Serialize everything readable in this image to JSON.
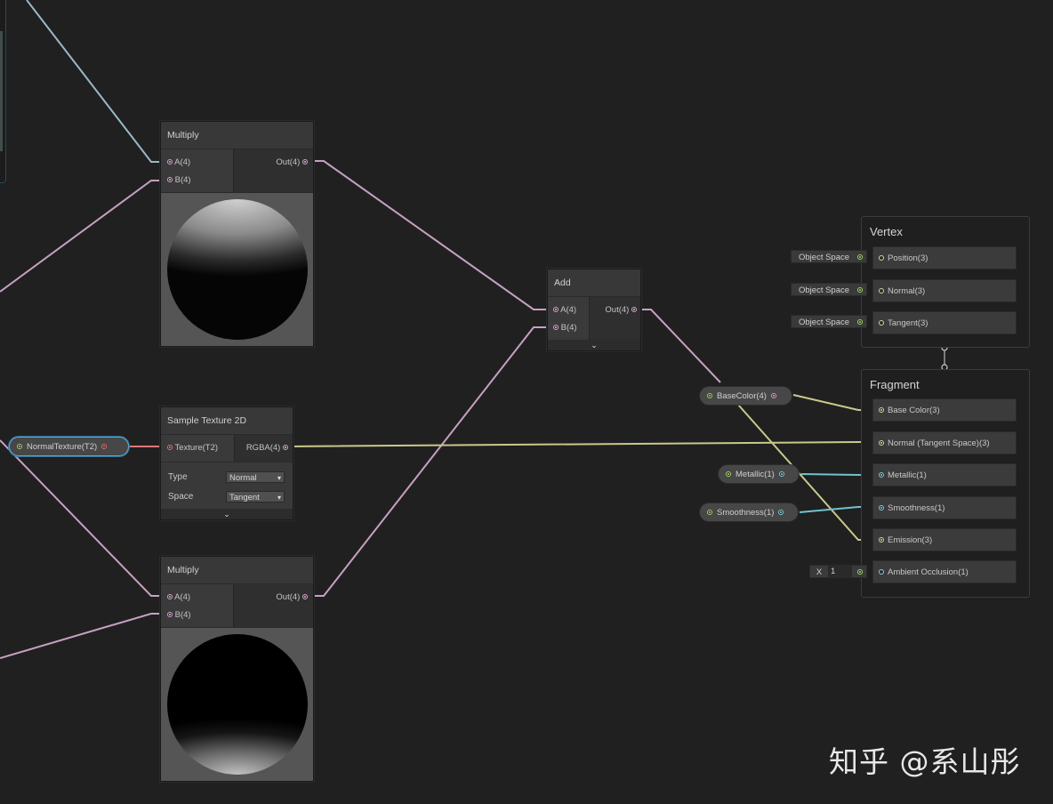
{
  "nodes": {
    "multiply_top": {
      "title": "Multiply",
      "in_a": "A(4)",
      "in_b": "B(4)",
      "out": "Out(4)"
    },
    "multiply_bottom": {
      "title": "Multiply",
      "in_a": "A(4)",
      "in_b": "B(4)",
      "out": "Out(4)"
    },
    "add": {
      "title": "Add",
      "in_a": "A(4)",
      "in_b": "B(4)",
      "out": "Out(4)",
      "collapse_icon": "chevron-down-icon"
    },
    "sample_texture": {
      "title": "Sample Texture 2D",
      "in_texture": "Texture(T2)",
      "out_rgba": "RGBA(4)",
      "type_label": "Type",
      "type_value": "Normal",
      "space_label": "Space",
      "space_value": "Tangent",
      "collapse_icon": "chevron-down-icon"
    }
  },
  "properties": {
    "normal_texture": "NormalTexture(T2)",
    "base_color": "BaseColor(4)",
    "metallic": "Metallic(1)",
    "smoothness": "Smoothness(1)"
  },
  "master": {
    "vertex": {
      "label": "Vertex",
      "blocks": [
        "Position(3)",
        "Normal(3)",
        "Tangent(3)"
      ],
      "spaces": [
        "Object Space",
        "Object Space",
        "Object Space"
      ]
    },
    "fragment": {
      "label": "Fragment",
      "blocks": [
        "Base Color(3)",
        "Normal (Tangent Space)(3)",
        "Metallic(1)",
        "Smoothness(1)",
        "Emission(3)",
        "Ambient Occlusion(1)"
      ],
      "ao_input_axis": "X",
      "ao_input_value": "1"
    }
  },
  "colors": {
    "background": "#202020",
    "vector4_wire": "#c7a0c2",
    "vector3_wire": "#c9c98c",
    "vector1_wire": "#6fc3cf",
    "texture_wire": "#e07878",
    "selected_outline": "#5ba9d6"
  },
  "watermark": "知乎 @系山彤"
}
